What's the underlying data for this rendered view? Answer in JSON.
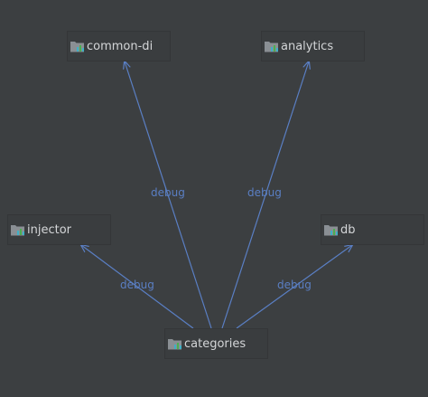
{
  "nodes": {
    "common_di": {
      "label": "common-di",
      "icon": "module-icon"
    },
    "analytics": {
      "label": "analytics",
      "icon": "module-icon"
    },
    "injector": {
      "label": "injector",
      "icon": "module-icon"
    },
    "db": {
      "label": "db",
      "icon": "module-icon"
    },
    "categories": {
      "label": "categories",
      "icon": "module-icon"
    }
  },
  "edges": [
    {
      "from": "categories",
      "to": "common-di",
      "label": "debug"
    },
    {
      "from": "categories",
      "to": "analytics",
      "label": "debug"
    },
    {
      "from": "categories",
      "to": "injector",
      "label": "debug"
    },
    {
      "from": "categories",
      "to": "db",
      "label": "debug"
    }
  ],
  "colors": {
    "background": "#3c3f41",
    "edge": "#5a7fc4",
    "node_text": "#d4d6d8"
  }
}
